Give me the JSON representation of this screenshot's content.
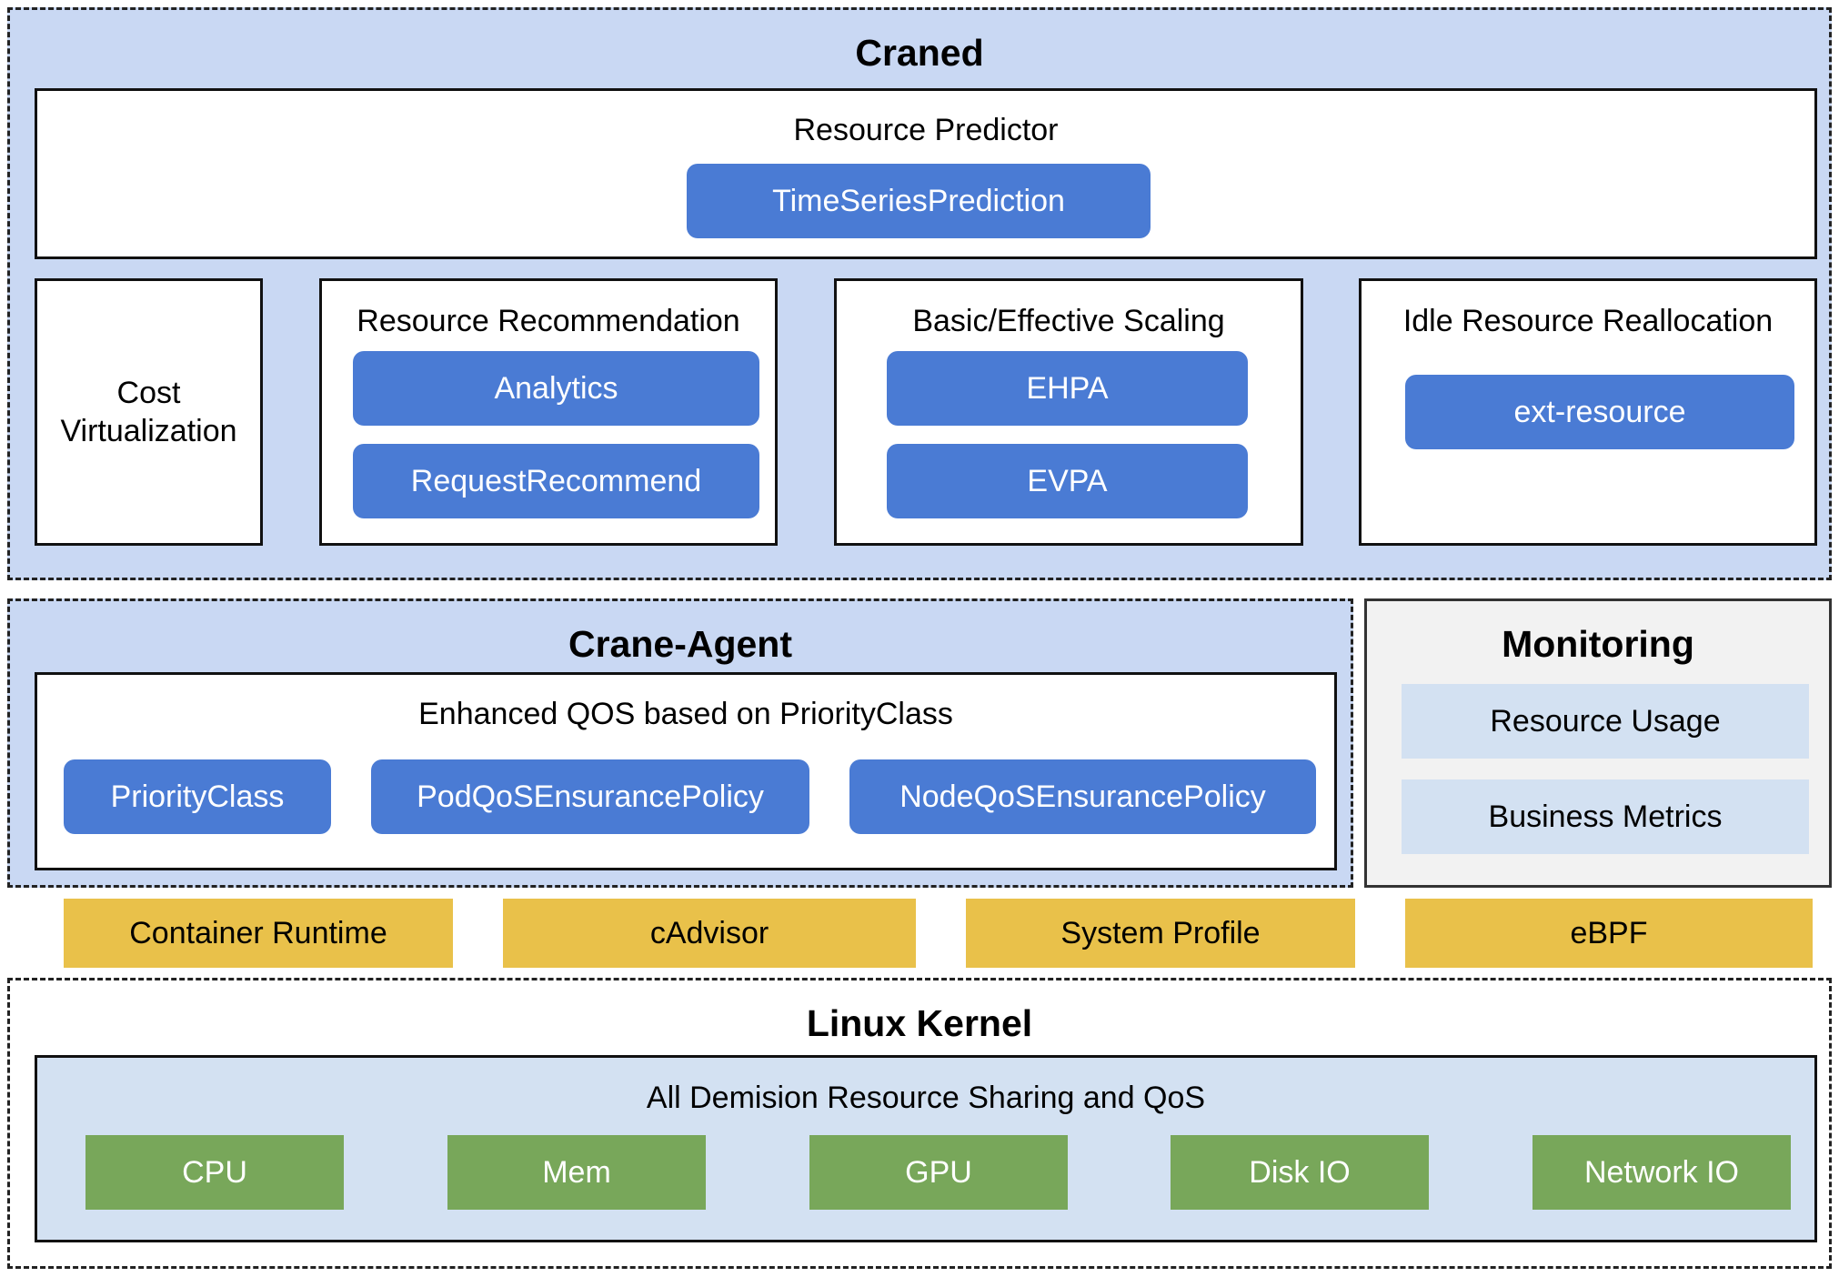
{
  "craned": {
    "title": "Craned",
    "predictor": {
      "label": "Resource Predictor",
      "item": "TimeSeriesPrediction"
    },
    "cost": {
      "line1": "Cost",
      "line2": "Virtualization"
    },
    "recommendation": {
      "label": "Resource Recommendation",
      "items": [
        "Analytics",
        "RequestRecommend"
      ]
    },
    "scaling": {
      "label": "Basic/Effective Scaling",
      "items": [
        "EHPA",
        "EVPA"
      ]
    },
    "idle": {
      "label": "Idle Resource Reallocation",
      "item": "ext-resource"
    }
  },
  "agent": {
    "title": "Crane-Agent",
    "qos": {
      "label": "Enhanced QOS based on PriorityClass",
      "items": [
        "PriorityClass",
        "PodQoSEnsurancePolicy",
        "NodeQoSEnsurancePolicy"
      ]
    }
  },
  "monitoring": {
    "title": "Monitoring",
    "items": [
      "Resource Usage",
      "Business Metrics"
    ]
  },
  "sources": [
    "Container Runtime",
    "cAdvisor",
    "System Profile",
    "eBPF"
  ],
  "kernel": {
    "title": "Linux Kernel",
    "sharing": {
      "label": "All Demision Resource Sharing and QoS",
      "items": [
        "CPU",
        "Mem",
        "GPU",
        "Disk IO",
        "Network IO"
      ]
    }
  },
  "colors": {
    "layer_bg": "#c9d8f3",
    "button_blue": "#4a7bd4",
    "source_yellow": "#e9c14a",
    "resource_green": "#78a75a",
    "monitoring_bg": "#f2f2f2",
    "monitoring_item": "#d3e1f2"
  }
}
